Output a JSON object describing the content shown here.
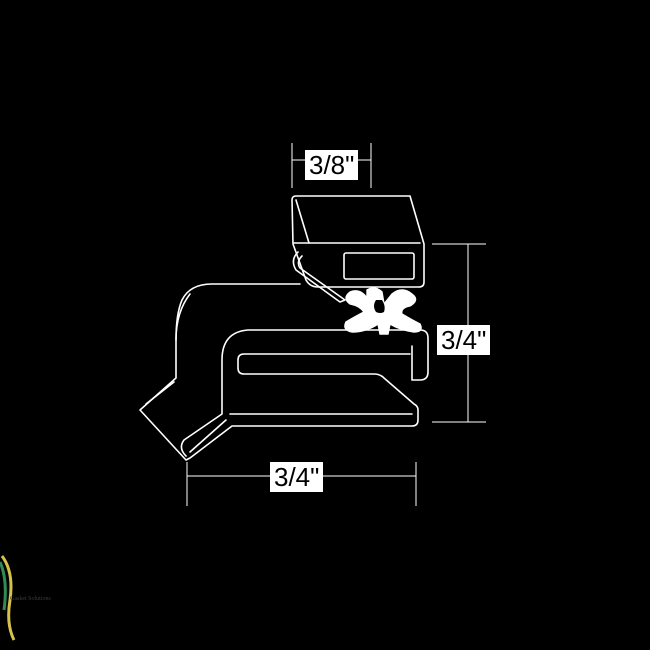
{
  "diagram": {
    "dimensions": {
      "top_width": "3/8\"",
      "right_height": "3/4\"",
      "bottom_width": "3/4\""
    },
    "colors": {
      "background": "#000000",
      "line": "#ffffff",
      "label_bg": "#ffffff",
      "label_text": "#000000",
      "logo_green": "#2e8b57",
      "logo_yellow": "#d4c24a"
    },
    "logo": {
      "text": "Gasket Solutions"
    }
  }
}
